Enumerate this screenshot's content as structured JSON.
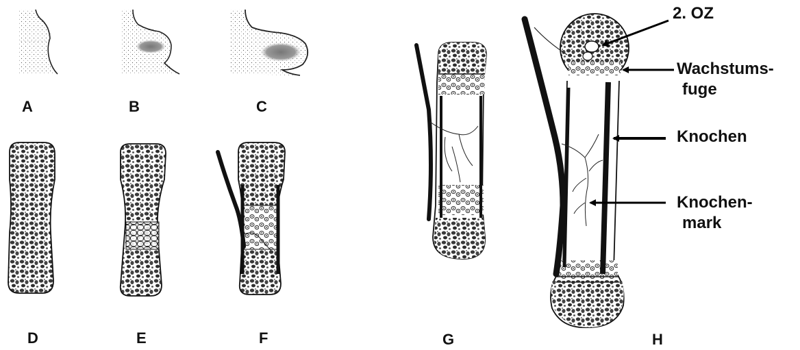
{
  "panels": {
    "A": "A",
    "B": "B",
    "C": "C",
    "D": "D",
    "E": "E",
    "F": "F",
    "G": "G",
    "H": "H"
  },
  "annotations": {
    "secondary_ossification_center": "2. OZ",
    "growth_plate_line1": "Wachstums-",
    "growth_plate_line2": "fuge",
    "bone": "Knochen",
    "marrow_line1": "Knochen-",
    "marrow_line2": "mark"
  }
}
